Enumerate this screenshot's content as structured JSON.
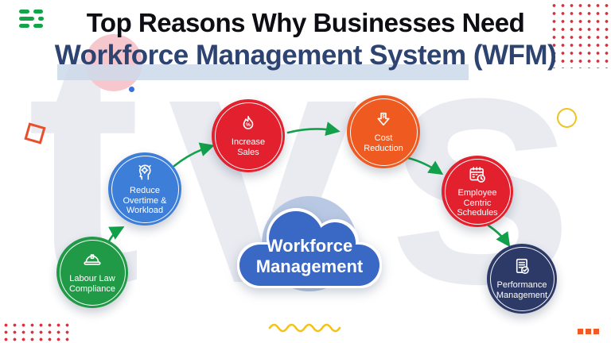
{
  "header": {
    "title": "Top Reasons Why Businesses Need",
    "subtitle": "Workforce Management System (WFM)"
  },
  "watermark": {
    "text": "tvs"
  },
  "cloud": {
    "line1": "Workforce",
    "line2": "Management"
  },
  "nodes": [
    {
      "id": "labour-law-compliance",
      "label": "Labour Law\nCompliance",
      "color": "#219a47",
      "icon": "helmet"
    },
    {
      "id": "reduce-overtime-workload",
      "label": "Reduce\nOvertime &\nWorkload",
      "color": "#3d7ed9",
      "icon": "head-gear"
    },
    {
      "id": "increase-sales",
      "label": "Increase\nSales",
      "color": "#e2202e",
      "icon": "flame-percent"
    },
    {
      "id": "cost-reduction",
      "label": "Cost\nReduction",
      "color": "#ee5a20",
      "icon": "dollar-down-arrow"
    },
    {
      "id": "employee-centric-schedules",
      "label": "Employee\nCentric\nSchedules",
      "color": "#e2202e",
      "icon": "calendar-clock"
    },
    {
      "id": "performance-management",
      "label": "Performance\nManagement",
      "color": "#2d3a67",
      "icon": "document-check"
    }
  ],
  "colors": {
    "title": "#0d0d13",
    "subtitle": "#2d4371",
    "subtitle_highlight": "#cdd9ea",
    "arrow": "#12a04b",
    "cloud": "#3a68c5",
    "cloud_halo": "#b9c9e4",
    "watermark": "#e9ebf1",
    "dots": "#d8323f",
    "menu": "#13a349",
    "diamond": "#e8502b",
    "yellow": "#f3c31b",
    "squares": "#f15a24",
    "pink": "#f6c8cd",
    "blue_dot": "#3a6fd8"
  }
}
